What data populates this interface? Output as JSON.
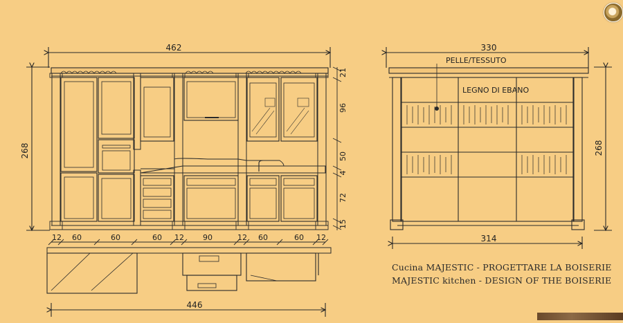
{
  "logo": {
    "icon": "seal-logo-icon"
  },
  "left_elevation": {
    "overall_width": "462",
    "overall_height": "268",
    "right_heights": [
      "21",
      "96",
      "50",
      "4",
      "72",
      "15"
    ],
    "module_widths": [
      "12",
      "60",
      "60",
      "60",
      "12",
      "90",
      "12",
      "60",
      "60",
      "12"
    ],
    "bottom_width": "446"
  },
  "right_elevation": {
    "overall_width": "330",
    "inner_width": "314",
    "height": "268",
    "label_top": "PELLE/TESSUTO",
    "label_inner": "LEGNO DI EBANO"
  },
  "caption": {
    "line1": "Cucina MAJESTIC - PROGETTARE LA BOISERIE",
    "line2": "MAJESTIC kitchen - DESIGN OF THE BOISERIE"
  },
  "colors": {
    "background": "#f7cd84",
    "ink": "#2a2a2a"
  }
}
